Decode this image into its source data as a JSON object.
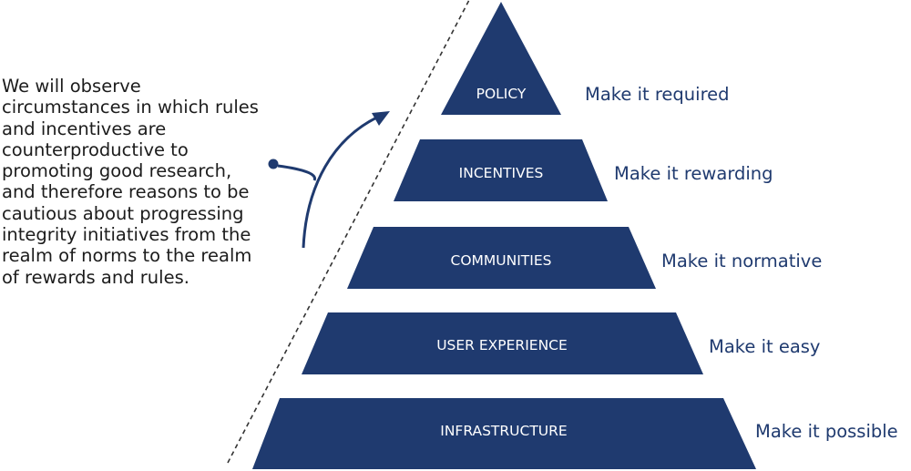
{
  "annotation": {
    "lines": [
      "We will observe",
      "circumstances in which rules",
      "and incentives are",
      "counterproductive to",
      "promoting good research,",
      "and therefore reasons to be",
      "cautious about progressing",
      "integrity initiatives from the",
      "realm of norms to the realm",
      "of rewards and rules."
    ]
  },
  "pyramid": {
    "fill_color": "#1f3a6f",
    "goal_color": "#1f3a6f",
    "levels": [
      {
        "label": "POLICY",
        "goal": "Make it required"
      },
      {
        "label": "INCENTIVES",
        "goal": "Make it rewarding"
      },
      {
        "label": "COMMUNITIES",
        "goal": "Make it normative"
      },
      {
        "label": "USER EXPERIENCE",
        "goal": "Make it easy"
      },
      {
        "label": "INFRASTRUCTURE",
        "goal": "Make it possible"
      }
    ]
  }
}
